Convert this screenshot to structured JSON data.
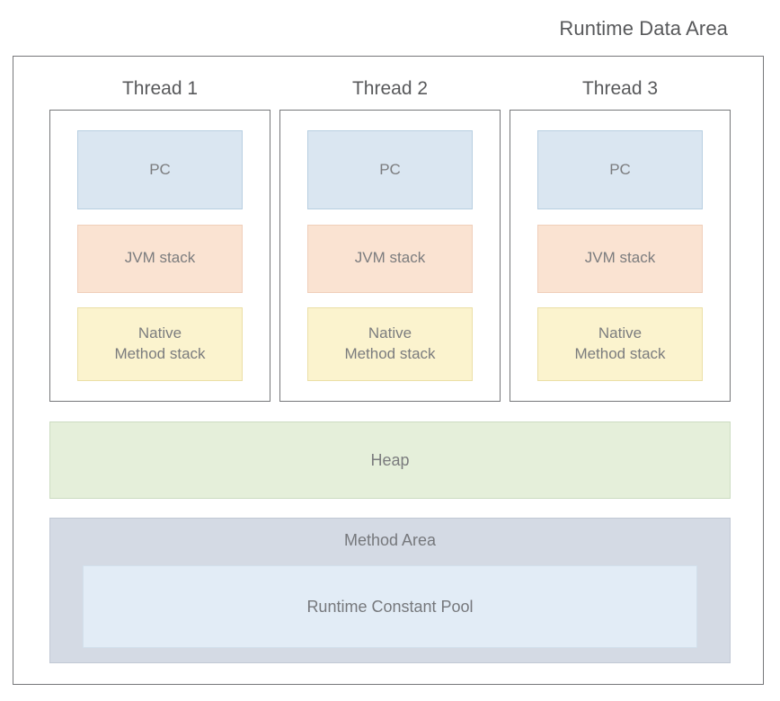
{
  "diagram": {
    "title": "Runtime Data Area",
    "threads": [
      {
        "label": "Thread 1",
        "pc": "PC",
        "jvm_stack": "JVM stack",
        "native_stack_line1": "Native",
        "native_stack_line2": "Method stack"
      },
      {
        "label": "Thread 2",
        "pc": "PC",
        "jvm_stack": "JVM stack",
        "native_stack_line1": "Native",
        "native_stack_line2": "Method stack"
      },
      {
        "label": "Thread 3",
        "pc": "PC",
        "jvm_stack": "JVM stack",
        "native_stack_line1": "Native",
        "native_stack_line2": "Method stack"
      }
    ],
    "heap": {
      "label": "Heap"
    },
    "method_area": {
      "label": "Method Area",
      "constant_pool": "Runtime Constant Pool"
    },
    "colors": {
      "pc_fill": "#dae6f1",
      "pc_border": "#b7cfe1",
      "jvm_stack_fill": "#fae3d2",
      "jvm_stack_border": "#f0cfba",
      "native_stack_fill": "#fbf3ce",
      "native_stack_border": "#ebdfa6",
      "heap_fill": "#e5efda",
      "heap_border": "#ccdcc1",
      "method_area_fill": "#d4dae4",
      "method_area_border": "#c1c8d4",
      "constant_pool_fill": "#e2ecf6",
      "constant_pool_border": "#d2e0ec",
      "frame_border": "#76777a",
      "text": "#7b7c7e",
      "title_text": "#58595b",
      "page_background": "#ffffff"
    }
  }
}
